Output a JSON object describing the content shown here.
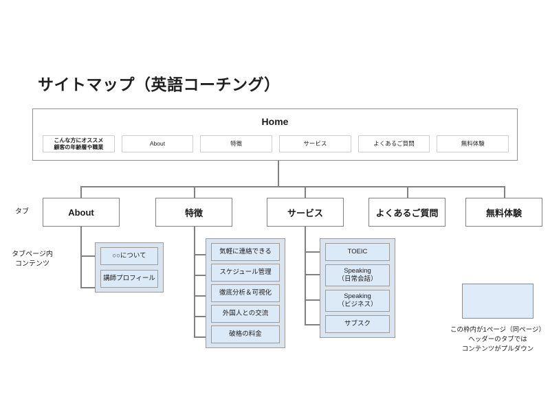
{
  "page": {
    "title": "サイトマップ（英語コーチング）"
  },
  "home": {
    "title": "Home",
    "nav_items": [
      {
        "line1": "こんな方にオススメ",
        "line2": "顧客の年齢層や職業"
      },
      {
        "line1": "About",
        "line2": ""
      },
      {
        "line1": "特徴",
        "line2": ""
      },
      {
        "line1": "サービス",
        "line2": ""
      },
      {
        "line1": "よくあるご質問",
        "line2": ""
      },
      {
        "line1": "無料体験",
        "line2": ""
      }
    ]
  },
  "side_labels": {
    "tabs": "タブ",
    "tab_page_content_line1": "タブページ内",
    "tab_page_content_line2": "コンテンツ"
  },
  "tabs": [
    {
      "label": "About"
    },
    {
      "label": "特徴"
    },
    {
      "label": "サービス"
    },
    {
      "label": "よくあるご質問"
    },
    {
      "label": "無料体験"
    }
  ],
  "groups": {
    "about": [
      {
        "line1": "○○について",
        "line2": ""
      },
      {
        "line1": "講師プロフィール",
        "line2": ""
      }
    ],
    "features": [
      {
        "line1": "気軽に連絡できる",
        "line2": ""
      },
      {
        "line1": "スケジュール管理",
        "line2": ""
      },
      {
        "line1": "徹底分析＆可視化",
        "line2": ""
      },
      {
        "line1": "外国人との交流",
        "line2": ""
      },
      {
        "line1": "破格の料金",
        "line2": ""
      }
    ],
    "services": [
      {
        "line1": "TOEIC",
        "line2": ""
      },
      {
        "line1": "Speaking",
        "line2": "（日常会話）"
      },
      {
        "line1": "Speaking",
        "line2": "（ビジネス）"
      },
      {
        "line1": "サブスク",
        "line2": ""
      }
    ]
  },
  "legend": {
    "note_line1": "この枠内が1ページ（同ページ）",
    "note_line2": "ヘッダーのタブでは",
    "note_line3": "コンテンツがプルダウン"
  },
  "colors": {
    "group_fill": "#dae4ef",
    "leaf_fill": "#dce9f7",
    "legend_fill": "#dfebf8",
    "border_gray": "#9a9a9a",
    "connector_gray": "#808080"
  }
}
